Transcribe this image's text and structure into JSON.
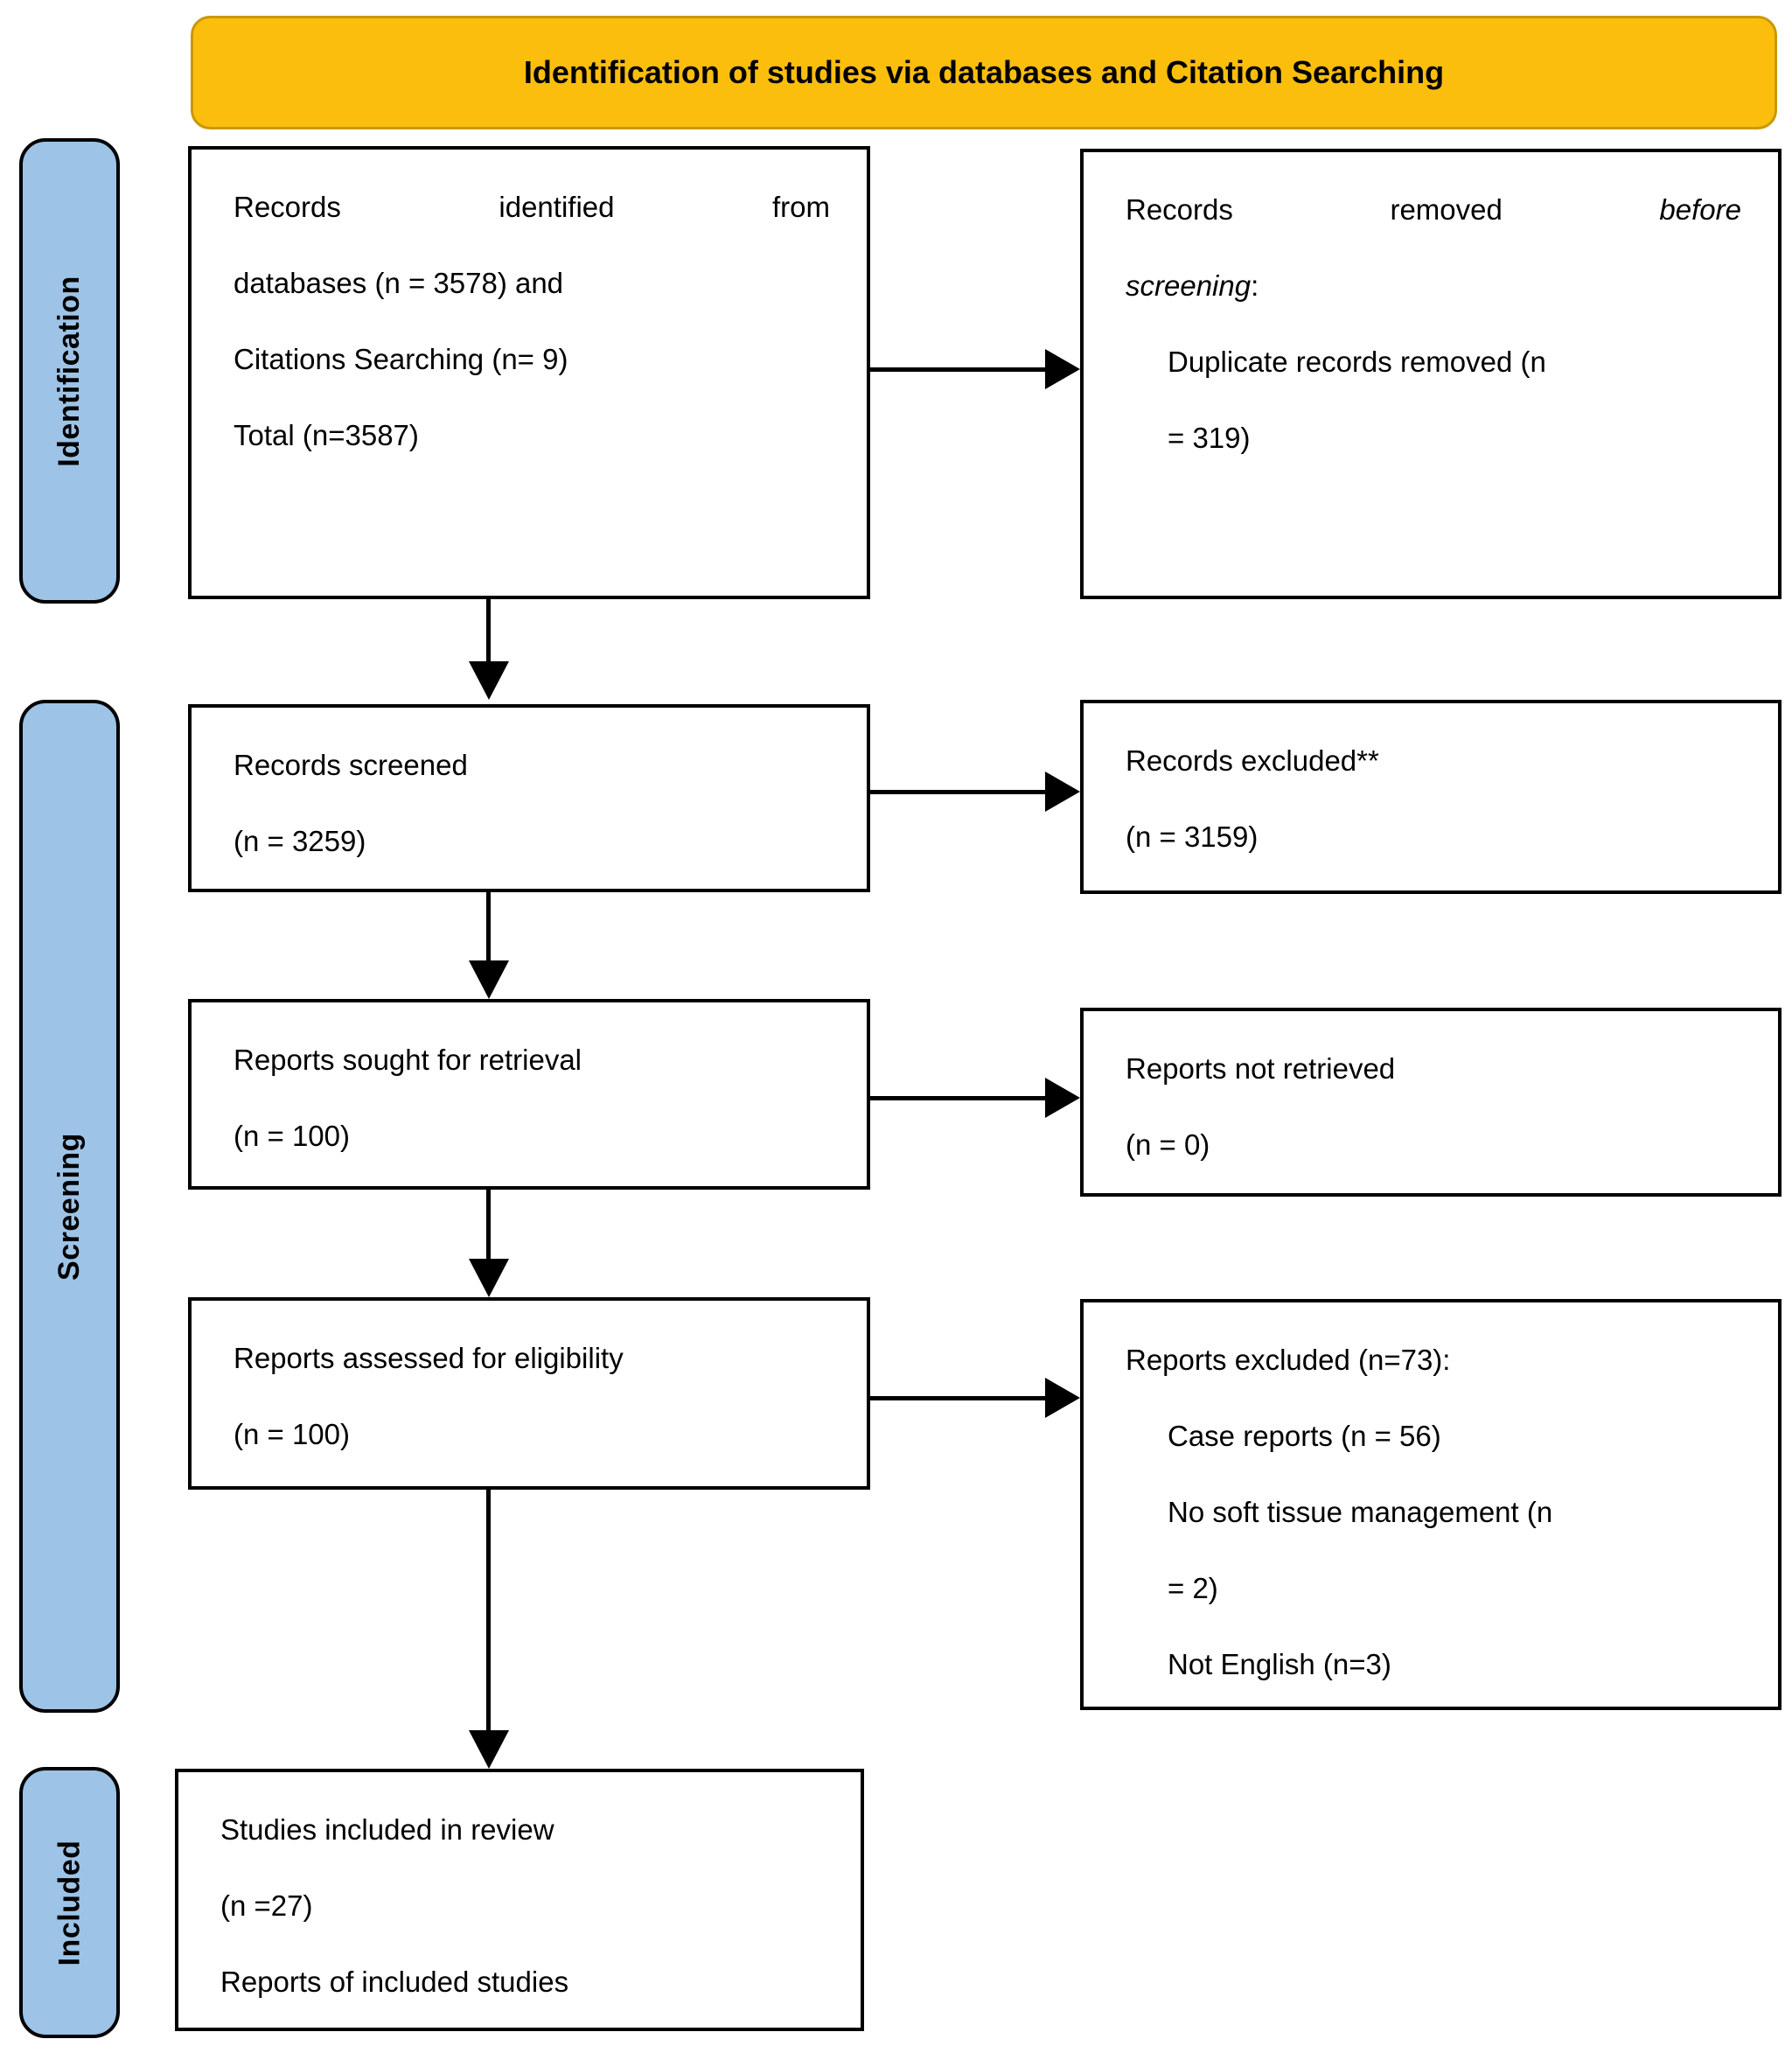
{
  "header": {
    "title": "Identification of studies via databases and Citation Searching"
  },
  "stages": {
    "identification": "Identification",
    "screening": "Screening",
    "included": "Included"
  },
  "boxes": {
    "records_identified": {
      "justified_words": {
        "w1": "Records",
        "w2": "identified",
        "w3": "from"
      },
      "line2": "databases (n = 3578) and",
      "line3": "Citations Searching (n= 9)",
      "line4": "Total (n=3587)"
    },
    "records_removed": {
      "justified_words": {
        "w1": "Records",
        "w2": "removed",
        "w3_italic": "before"
      },
      "line2_italic": "screening",
      "line2_suffix": ":",
      "sub_line1": "Duplicate records removed (n",
      "sub_line2": "= 319)"
    },
    "records_screened": {
      "line1": "Records screened",
      "line2": "(n = 3259)"
    },
    "records_excluded": {
      "line1": "Records excluded**",
      "line2": "(n = 3159)"
    },
    "reports_sought": {
      "line1": "Reports sought for retrieval",
      "line2": "(n = 100)"
    },
    "reports_not_retrieved": {
      "line1": "Reports not retrieved",
      "line2": "(n = 0)"
    },
    "reports_assessed": {
      "line1": "Reports assessed for eligibility",
      "line2": "(n = 100)"
    },
    "reports_excluded": {
      "line1": "Reports excluded (n=73):",
      "sub_line1": "Case reports (n = 56)",
      "sub_line2": "No soft tissue management (n",
      "sub_line3": "= 2)",
      "sub_line4": "Not English (n=3)"
    },
    "studies_included": {
      "line1": "Studies included in review",
      "line2": "(n =27)",
      "line3": "Reports of included studies"
    }
  },
  "colors": {
    "banner_bg": "#FBBE0C",
    "banner_edge": "#C9980A",
    "stage_bg": "#9DC3E6",
    "box_bg": "#FFFFFF",
    "border": "#000000",
    "text": "#000000"
  }
}
